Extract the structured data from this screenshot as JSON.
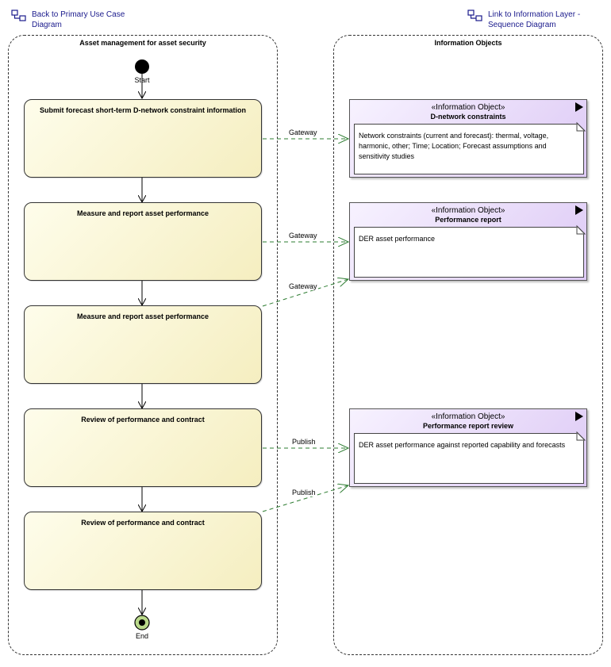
{
  "nav": {
    "back_link": "Back to Primary Use Case\nDiagram",
    "info_link": "Link to Information Layer -\nSequence Diagram",
    "link_icon": "diagram-link-icon"
  },
  "lanes": {
    "left_title": "Asset management for asset security",
    "right_title": "Information Objects"
  },
  "start_label": "Start",
  "end_label": "End",
  "actions": [
    {
      "label": "Submit forecast short-term D-network constraint information"
    },
    {
      "label": "Measure and report asset performance"
    },
    {
      "label": "Measure and report asset performance"
    },
    {
      "label": "Review of performance and contract"
    },
    {
      "label": "Review of performance and contract"
    }
  ],
  "objects": [
    {
      "stereotype": "«Information Object»",
      "name": "D-network constraints",
      "note": "Network constraints (current and forecast): thermal, voltage, harmonic, other; Time; Location; Forecast assumptions and sensitivity studies"
    },
    {
      "stereotype": "«Information Object»",
      "name": "Performance report",
      "note": "DER asset performance"
    },
    {
      "stereotype": "«Information Object»",
      "name": "Performance report review",
      "note": "DER asset performance against reported capability and forecasts"
    }
  ],
  "flows": [
    {
      "label": "Gateway"
    },
    {
      "label": "Gateway"
    },
    {
      "label": "Gateway"
    },
    {
      "label": "Publish"
    },
    {
      "label": "Publish"
    }
  ],
  "colors": {
    "action_fill": "#f5eec0",
    "object_fill": "#ddc9f5",
    "flow_line": "#2e7d32",
    "end_fill": "#b9d98a",
    "link_text": "#1a1a8c"
  }
}
